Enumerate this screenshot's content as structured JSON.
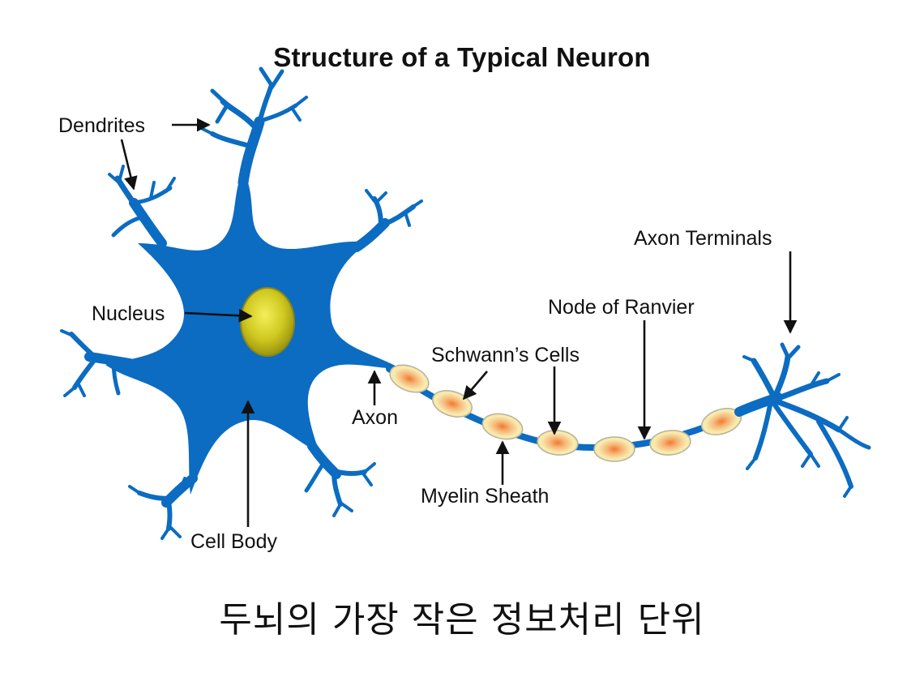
{
  "title": "Structure of a Typical Neuron",
  "caption": "두뇌의 가장 작은 정보처리 단위",
  "labels": {
    "dendrites": "Dendrites",
    "nucleus": "Nucleus",
    "cell_body": "Cell Body",
    "axon": "Axon",
    "schwann_cells": "Schwann’s Cells",
    "myelin_sheath": "Myelin Sheath",
    "node_of_ranvier": "Node of Ranvier",
    "axon_terminals": "Axon Terminals"
  },
  "colors": {
    "neuron": "#0b6cc2",
    "nucleus": "#c9c31d",
    "schwann_cell": "#f7e9a8",
    "schwann_core": "#f28a3c",
    "text": "#111111"
  }
}
